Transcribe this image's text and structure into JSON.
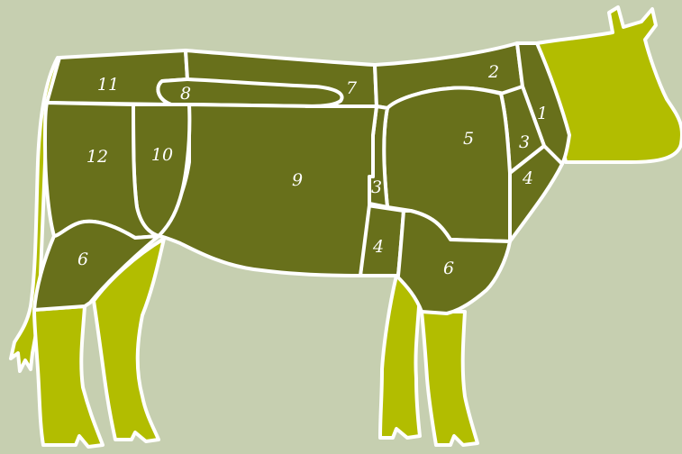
{
  "diagram": {
    "colors": {
      "background": "#c6cfb0",
      "cut_fill": "#68701b",
      "head_and_legs_fill": "#b2bd00",
      "outline": "#ffffff"
    },
    "labels": {
      "c1": "1",
      "c2": "2",
      "c3a": "3",
      "c3b": "3",
      "c4a": "4",
      "c4b": "4",
      "c5": "5",
      "c6a": "6",
      "c6b": "6",
      "c7": "7",
      "c8": "8",
      "c9": "9",
      "c10": "10",
      "c11": "11",
      "c12": "12"
    }
  }
}
